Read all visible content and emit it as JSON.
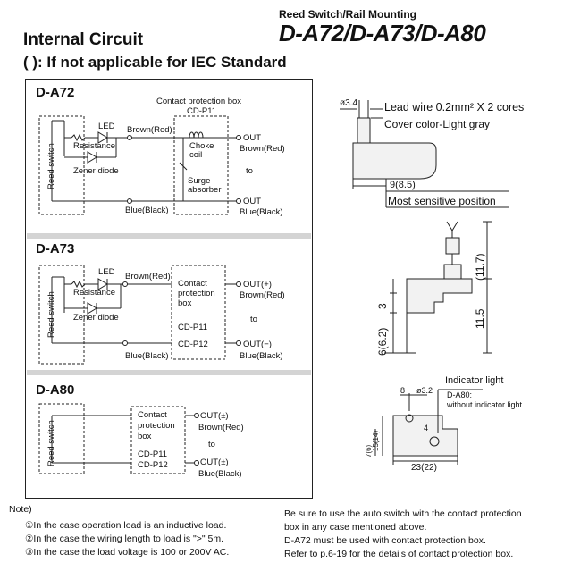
{
  "header": {
    "subtitle": "Reed Switch/Rail Mounting",
    "models": "D-A72/D-A73/D-A80",
    "title": "Internal Circuit",
    "note": "(  ): If not applicable for IEC Standard"
  },
  "circuits": {
    "a72": {
      "name": "D-A72",
      "protection_box": "Contact protection box",
      "cd_p11": "CD-P11",
      "led": "LED",
      "resistance": "Resistance",
      "zener": "Zener diode",
      "reed": "Reed switch",
      "brown": "Brown(Red)",
      "choke1": "Choke",
      "choke2": "coil",
      "surge1": "Surge",
      "surge2": "absorber",
      "out1": "OUT",
      "out1_color": "Brown(Red)",
      "to": "to",
      "out2": "OUT",
      "out2_color": "Blue(Black)",
      "blue": "Blue(Black)"
    },
    "a73": {
      "name": "D-A73",
      "led": "LED",
      "resistance": "Resistance",
      "zener": "Zener diode",
      "reed": "Reed switch",
      "brown": "Brown(Red)",
      "blue": "Blue(Black)",
      "cp1": "Contact",
      "cp2": "protection",
      "cp3": "box",
      "cd_p11": "CD-P11",
      "cd_p12": "CD-P12",
      "out_plus": "OUT(+)",
      "out_plus_color": "Brown(Red)",
      "to": "to",
      "out_minus": "OUT(−)",
      "out_minus_color": "Blue(Black)"
    },
    "a80": {
      "name": "D-A80",
      "reed": "Reed switch",
      "cp1": "Contact",
      "cp2": "protection",
      "cp3": "box",
      "cd_p11": "CD-P11",
      "cd_p12": "CD-P12",
      "out1": "OUT(±)",
      "out1_color": "Brown(Red)",
      "to": "to",
      "out2": "OUT(±)",
      "out2_color": "Blue(Black)"
    }
  },
  "dimensions": {
    "phi34": "ø3.4",
    "lead_wire": "Lead wire 0.2mm² X 2 cores",
    "cover": "Cover color-Light gray",
    "d9": "9(8.5)",
    "sensitive": "Most sensitive position",
    "d117": "(11.7)",
    "d115": "11.5",
    "d3": "3",
    "d6": "6(6.2)",
    "indicator": "Indicator light",
    "a80_name": "D-A80:",
    "a80_note": "without indicator light",
    "d8": "8",
    "phi32": "ø3.2",
    "d4": "4",
    "d15": "15(14)",
    "d7": "7(6)",
    "d23": "23(22)"
  },
  "notes": {
    "title": "Note)",
    "n1": "①In the case operation load is an inductive load.",
    "n2": "②In the case the wiring length to load is \">\" 5m.",
    "n3": "③In the case the load voltage is 100 or 200V AC.",
    "r1": "Be sure to use the auto switch with the contact protection",
    "r2": "box in any case mentioned above.",
    "r3": "D-A72 must be used with contact protection box.",
    "r4": "Refer to p.6-19 for the details of contact protection box."
  }
}
